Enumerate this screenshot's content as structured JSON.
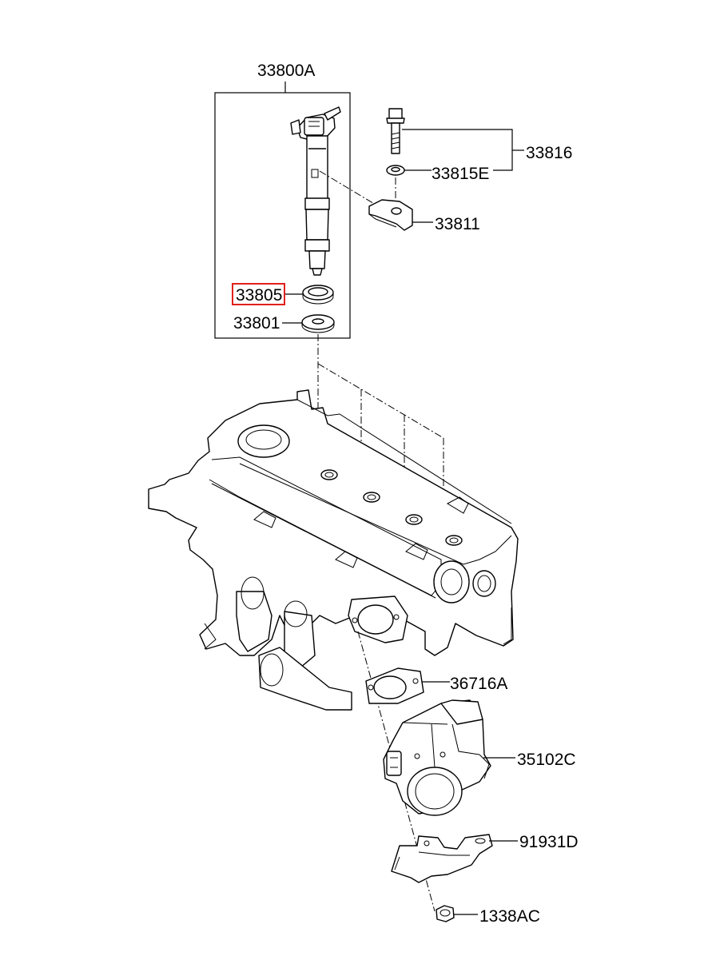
{
  "labels": {
    "injector_assy": "33800A",
    "bolt_set": "33816",
    "washer": "33815E",
    "clamp": "33811",
    "seal_ring": "33805",
    "washer_lower": "33801",
    "gasket": "36716A",
    "throttle_body": "35102C",
    "bracket": "91931D",
    "nut": "1338AC"
  },
  "highlight": {
    "part": "33805",
    "color": "#e0201c"
  },
  "icons": {
    "injector": "fuel-injector-icon",
    "engine": "cylinder-head-icon",
    "throttle": "throttle-body-icon"
  }
}
